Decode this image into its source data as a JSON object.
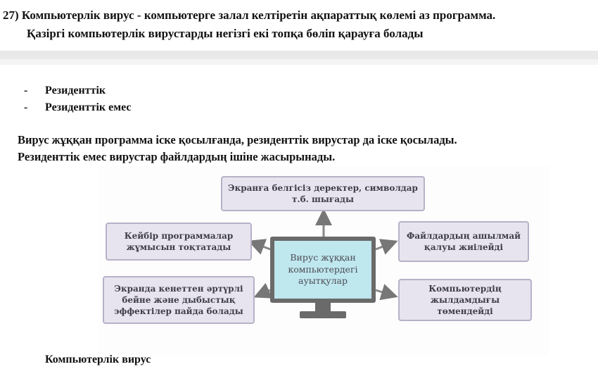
{
  "question": {
    "line1": "27) Компьютерлік вирус - компьютерге залал келтіретін ақпараттық көлемі аз программа.",
    "line2": "Қазіргі компьютерлік вирустарды негізгі екі топқа бөліп қарауға болады"
  },
  "bullets": [
    {
      "dash": "-",
      "text": "Резиденттік"
    },
    {
      "dash": "-",
      "text": "Резиденттік емес"
    }
  ],
  "paragraph": {
    "line1": "Вирус жұққан программа іске қосылғанда, резиденттік вирустар да іске қосылады.",
    "line2": "Резиденттік емес   вирустар файлдардың ішіне жасырынады."
  },
  "diagram": {
    "center": "Вирус жұққан компьютердегі ауытқулар",
    "top": "Экранға белгісіз деректер, символдар т.б. шығады",
    "left_top": "Кейбір программалар жұмысын тоқтатады",
    "left_bottom": "Экранда кенеттен әртүрлі бейне және дыбыстық эффектілер пайда болады",
    "right_top": "Файлдардың ашылмай қалуы жиілейді",
    "right_bottom": "Компьютердің жылдамдығы төмендейді"
  },
  "footer": "Компьютерлік вирус"
}
